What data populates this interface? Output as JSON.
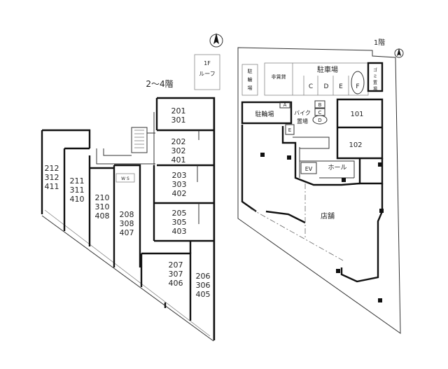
{
  "upper_plan": {
    "floor_label": "2～4階",
    "roof_label_line1": "1F",
    "roof_label_line2": "ルーフ",
    "ws_label": "W S",
    "units": [
      [
        "201",
        "301"
      ],
      [
        "202",
        "302",
        "401"
      ],
      [
        "203",
        "303",
        "402"
      ],
      [
        "205",
        "305",
        "403"
      ],
      [
        "207",
        "307",
        "406"
      ],
      [
        "206",
        "306",
        "405"
      ],
      [
        "208",
        "308",
        "407"
      ],
      [
        "210",
        "310",
        "408"
      ],
      [
        "211",
        "311",
        "410"
      ],
      [
        "212",
        "312",
        "411"
      ]
    ]
  },
  "ground_plan": {
    "floor_label": "1階",
    "bicycle_parking_small": "駐輪場",
    "bicycle_parking_main": "駐輪場",
    "non_lease": "非賃貸",
    "parking": "駐車場",
    "garbage_room": "ゴミ置場",
    "bike_parking_line1": "バイク",
    "bike_parking_line2": "置場",
    "ev": "EV",
    "hall": "ホール",
    "store": "店舗",
    "unit_101": "101",
    "unit_102": "102",
    "parking_slots": [
      "C",
      "D",
      "E",
      "F"
    ],
    "bike_slots": [
      "A",
      "B",
      "C",
      "D",
      "E"
    ]
  }
}
